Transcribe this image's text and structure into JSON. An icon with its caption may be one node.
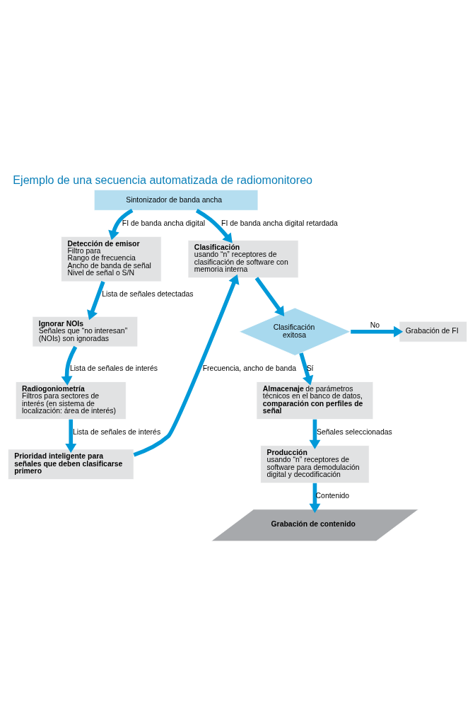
{
  "diagram": {
    "title": "Ejemplo de una secuencia automatizada de radiomonitoreo",
    "nodes": [
      {
        "text": [
          "Sintonizador de banda ancha"
        ]
      },
      {
        "text": [
          "Detección de emisor",
          "Filtro para",
          "Rango de frecuencia",
          "Ancho de banda de señal",
          "Nivel de señal o S/N"
        ]
      },
      {
        "text": [
          "Ignorar NOIs",
          "Señales que “no interesan” (NOIs) son ignoradas"
        ]
      },
      {
        "text": [
          "Radiogoniometría",
          "Filtros para sectores de interés (en sistema de localización: área de interés)"
        ]
      },
      {
        "text": [
          "Prioridad inteligente para señales que deben clasificarse primero"
        ]
      },
      {
        "text": [
          "Clasificación",
          "usando “n” receptores de clasificación de software con memoria interna"
        ]
      },
      {
        "text": [
          "Clasificación exitosa"
        ]
      },
      {
        "text": [
          "Grabación de FI"
        ]
      },
      {
        "text": [
          "**Almacenaje** de parámetros técnicos en el banco de datos, **comparación con perfiles de señal**"
        ]
      },
      {
        "text": [
          "Producción",
          "usando “n” receptores de software para demodulación digital y decodificación"
        ]
      },
      {
        "text": [
          "Grabación de contenido"
        ]
      }
    ],
    "edges": [
      {
        "from": 0,
        "to": 1,
        "arrow": "to",
        "label": "FI de banda ancha digital"
      },
      {
        "from": 0,
        "to": 5,
        "arrow": "to",
        "label": "FI de banda ancha digital retardada"
      },
      {
        "from": 1,
        "to": 2,
        "arrow": "to",
        "label": "Lista de señales detectadas"
      },
      {
        "from": 2,
        "to": 3,
        "arrow": "to",
        "label": "Lista de señales de interés"
      },
      {
        "from": 3,
        "to": 4,
        "arrow": "to",
        "label": "Lista de señales de interés"
      },
      {
        "from": 4,
        "to": 5,
        "arrow": "to",
        "label": "Frecuencia, ancho de banda"
      },
      {
        "from": 5,
        "to": 6,
        "arrow": "to"
      },
      {
        "from": 6,
        "to": 7,
        "arrow": "to",
        "label": "No"
      },
      {
        "from": 6,
        "to": 8,
        "arrow": "to",
        "label": "Sí"
      },
      {
        "from": 8,
        "to": 9,
        "arrow": "to",
        "label": "Señales seleccionadas"
      },
      {
        "from": 9,
        "to": 10,
        "arrow": "to",
        "label": "Contenido"
      }
    ]
  }
}
